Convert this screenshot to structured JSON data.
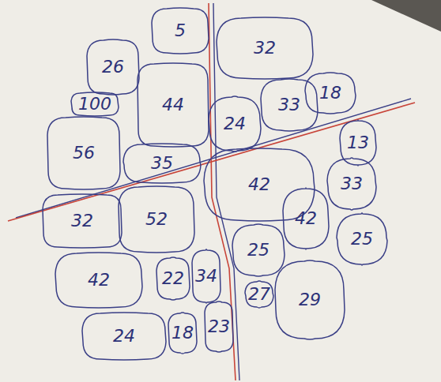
{
  "diagram": {
    "nodes": [
      {
        "text": [
          "5"
        ]
      },
      {
        "text": [
          "32"
        ]
      },
      {
        "text": [
          "26"
        ]
      },
      {
        "text": [
          "18"
        ]
      },
      {
        "text": [
          "100"
        ]
      },
      {
        "text": [
          "44"
        ]
      },
      {
        "text": [
          "33"
        ]
      },
      {
        "text": [
          "24"
        ]
      },
      {
        "text": [
          "13"
        ]
      },
      {
        "text": [
          "56"
        ]
      },
      {
        "text": [
          "35"
        ]
      },
      {
        "text": [
          "42"
        ]
      },
      {
        "text": [
          "33"
        ]
      },
      {
        "text": [
          "42"
        ]
      },
      {
        "text": [
          "32"
        ]
      },
      {
        "text": [
          "52"
        ]
      },
      {
        "text": [
          "25"
        ]
      },
      {
        "text": [
          "25"
        ]
      },
      {
        "text": [
          "42"
        ]
      },
      {
        "text": [
          "22"
        ]
      },
      {
        "text": [
          "34"
        ]
      },
      {
        "text": [
          "27"
        ]
      },
      {
        "text": [
          "29"
        ]
      },
      {
        "text": [
          "24"
        ]
      },
      {
        "text": [
          "18"
        ]
      },
      {
        "text": [
          "23"
        ]
      }
    ]
  }
}
